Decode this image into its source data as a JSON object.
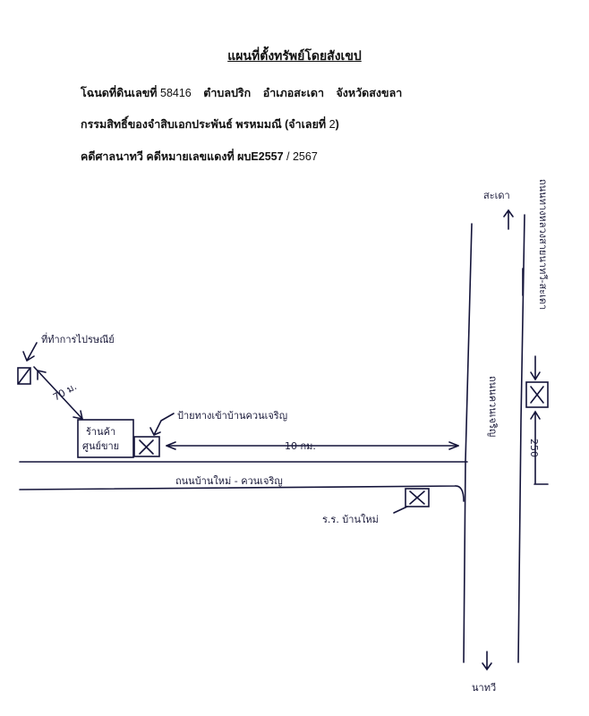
{
  "header": {
    "title": "แผนที่ตั้งทรัพย์โดยสังเขป",
    "line1": {
      "label_deed": "โฉนดที่ดินเลขที่",
      "deed_no": "58416",
      "subdistrict": "ตำบลปริก",
      "district": "อำเภอสะเดา",
      "province": "จังหวัดสงขลา"
    },
    "line2": {
      "text": "กรรมสิทธิ์ของจำสิบเอกประพันธ์ พรหมมณี (จำเลยที่",
      "number": "2",
      "close": ")"
    },
    "line3": {
      "text": "คดีศาลนาทวี คดีหมายเลขแดงที่ ผบE2557",
      "slash": " / ",
      "year": "2567"
    }
  },
  "sketch": {
    "labels": {
      "top_direction": "สะเดา",
      "bottom_direction": "นาทวี",
      "highway": "ถนนทางหลวงสายนาทวี-สะเดา",
      "side_road": "ถนนบ้านใหม่ - ควนเจริญ",
      "side_road_vertical": "ถนนควนเจริญ",
      "landmark_topleft": "ที่ทำการไปรษณีย์",
      "distance_diag": "70 ม.",
      "store_box": "ร้านค้า",
      "store_box_line2": "ศูนย์ขาย",
      "property_note": "ป้ายทางเข้าบ้านควนเจริญ",
      "distance_road": "10 กม.",
      "distance_highway": "250",
      "school": "ร.ร. บ้านใหม่"
    }
  }
}
